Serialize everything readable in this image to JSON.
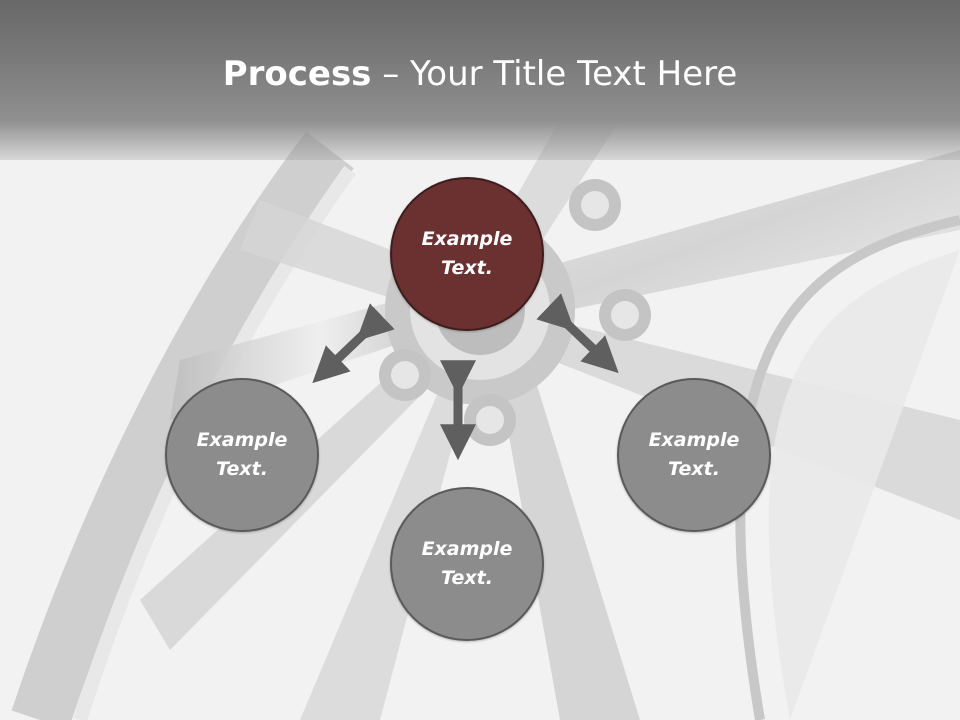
{
  "title": {
    "bold": "Process",
    "rest": " – Your Title Text Here"
  },
  "colors": {
    "center_node": "#6b3131",
    "outer_node": "#8c8c8c",
    "arrow": "#5f5f5f",
    "title_bar": "#6e6e6e"
  },
  "nodes": {
    "center": {
      "line1": "Example",
      "line2": "Text."
    },
    "left": {
      "line1": "Example",
      "line2": "Text."
    },
    "bottom": {
      "line1": "Example",
      "line2": "Text."
    },
    "right": {
      "line1": "Example",
      "line2": "Text."
    }
  }
}
